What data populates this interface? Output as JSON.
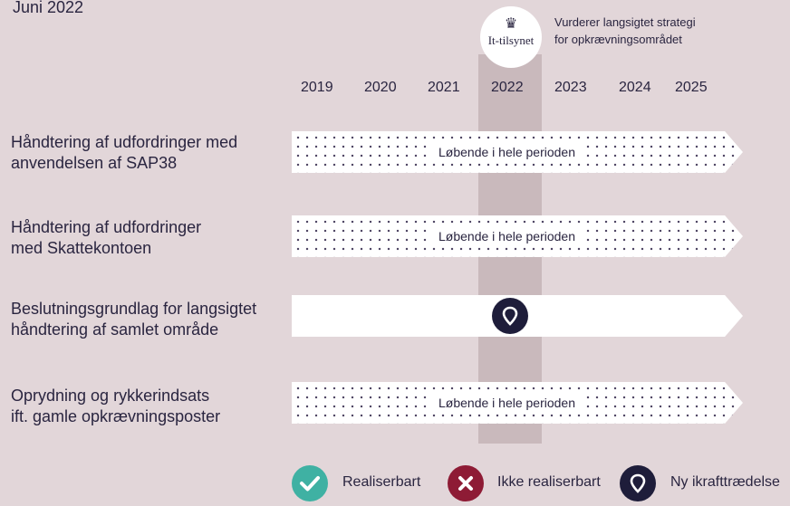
{
  "header": {
    "date": "Juni 2022",
    "logo_text": "It-tilsynet",
    "note_line1": "Vurderer langsigtet strategi",
    "note_line2": "for opkrævningsområdet"
  },
  "timeline": {
    "years": [
      "2019",
      "2020",
      "2021",
      "2022",
      "2023",
      "2024",
      "2025"
    ],
    "highlighted_year": "2022"
  },
  "rows": [
    {
      "line1": "Håndtering af udfordringer med",
      "line2": "anvendelsen af SAP38",
      "bar_text": "Løbende i hele perioden",
      "status": "dotted"
    },
    {
      "line1": "Håndtering af udfordringer",
      "line2": "med Skattekontoen",
      "bar_text": "Løbende i hele perioden",
      "status": "dotted"
    },
    {
      "line1": "Beslutningsgrundlag for langsigtet",
      "line2": "håndtering af samlet område",
      "bar_text": "",
      "status": "ny-ikrafttraedelse",
      "marker_year": "2022"
    },
    {
      "line1": "Oprydning og rykkerindsats",
      "line2": "ift. gamle opkrævningsposter",
      "bar_text": "Løbende i hele perioden",
      "status": "dotted"
    }
  ],
  "legend": {
    "items": [
      {
        "label": "Realiserbart",
        "icon": "check-icon",
        "color": "#3fb1a3"
      },
      {
        "label": "Ikke realiserbart",
        "icon": "x-icon",
        "color": "#8e1b35"
      },
      {
        "label": "Ny ikrafttrædelse",
        "icon": "location-pin-icon",
        "color": "#1e1d3a"
      }
    ]
  },
  "colors": {
    "background": "#e2d6d9",
    "highlight_column": "#c9b9bc",
    "dark": "#1e1d3a",
    "dots": "#4a4160"
  }
}
